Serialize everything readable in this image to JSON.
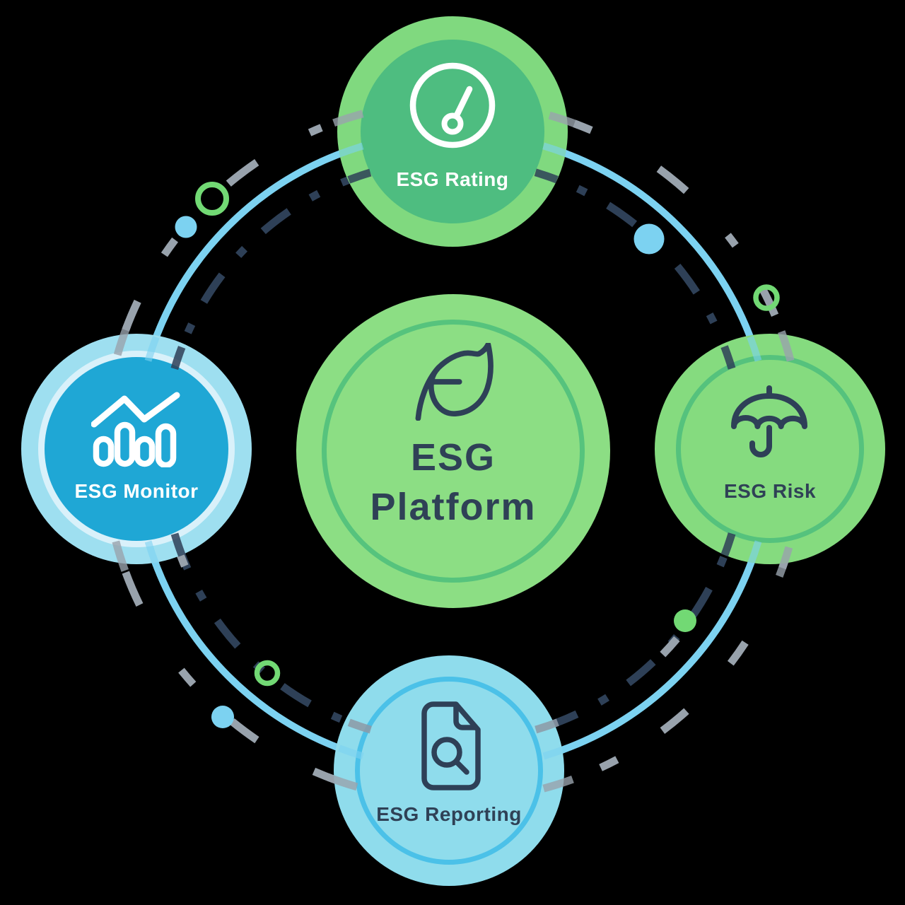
{
  "diagram_title": "ESG Platform diagram",
  "background": "#000000",
  "center": {
    "line1": "ESG",
    "line2": "Platform",
    "icon": "leaf-icon",
    "fill": "#8CDE84",
    "ring_color": "#56C37D",
    "text_color": "#2F4156"
  },
  "nodes": [
    {
      "id": "rating",
      "label": "ESG Rating",
      "icon": "gauge-icon",
      "position": "top",
      "fill": "#80D97F",
      "inner_fill": "#4EBD80",
      "icon_color": "#FFFFFF",
      "text_color": "#FFFFFF"
    },
    {
      "id": "risk",
      "label": "ESG Risk",
      "icon": "umbrella-icon",
      "position": "right",
      "fill": "#85DB7F",
      "ring_color": "#55C27D",
      "icon_color": "#2E4057",
      "text_color": "#2F4156"
    },
    {
      "id": "reporting",
      "label": "ESG Reporting",
      "icon": "document-search-icon",
      "position": "bottom",
      "fill": "#8FDCEC",
      "ring_color": "#4BC1E8",
      "icon_color": "#2E4057",
      "text_color": "#2F4156"
    },
    {
      "id": "monitor",
      "label": "ESG Monitor",
      "icon": "bar-chart-icon",
      "position": "left",
      "fill": "#9EDFF0",
      "inner_fill": "#1FA7D5",
      "icon_color": "#FFFFFF",
      "text_color": "#FFFFFF"
    }
  ],
  "rings": {
    "orbit_color": "#7CD2F1",
    "dashed_inner_color": "#2E4057",
    "dashed_outer_color": "#98A2AC"
  },
  "decorations": {
    "green": "#72D974",
    "blue": "#7CD2F1",
    "shapes": [
      "green-ring-top-left",
      "blue-dot-top-left",
      "blue-dot-top-right",
      "green-ring-right",
      "green-dot-bottom-right",
      "green-ring-bottom-left",
      "blue-dot-bottom-left"
    ]
  }
}
